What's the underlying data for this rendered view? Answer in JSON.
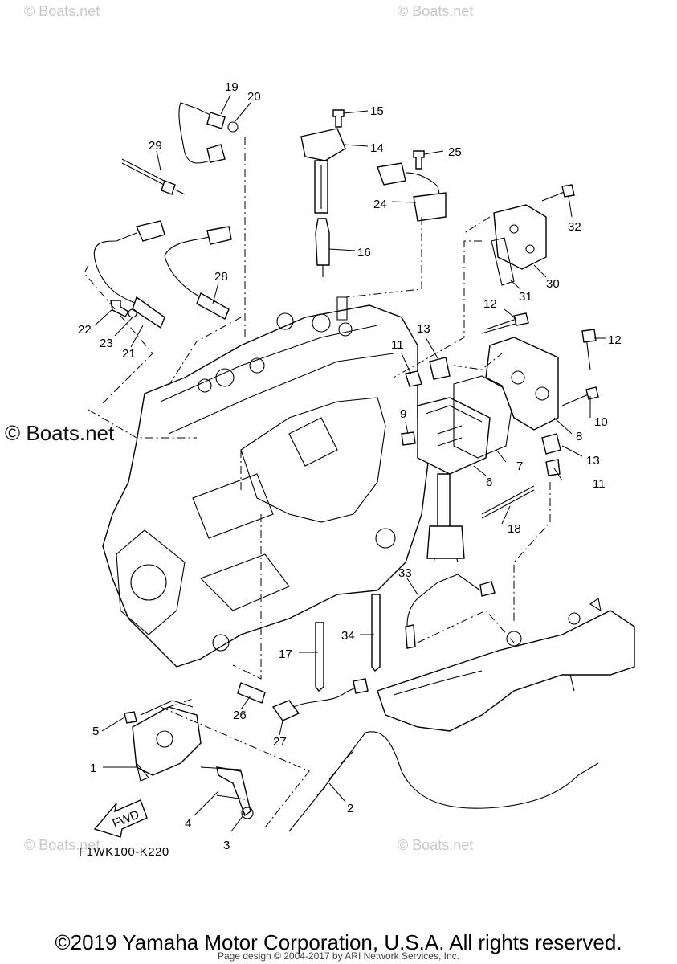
{
  "watermarks": {
    "top_left": "© Boats.net",
    "top_right": "© Boats.net",
    "mid_left": "© Boats.net",
    "bottom_left": "© Boats.net",
    "bottom_right": "© Boats.net"
  },
  "callouts": [
    "1",
    "2",
    "3",
    "4",
    "5",
    "6",
    "7",
    "8",
    "9",
    "10",
    "11",
    "11",
    "12",
    "12",
    "13",
    "13",
    "14",
    "15",
    "16",
    "17",
    "18",
    "19",
    "20",
    "21",
    "22",
    "23",
    "24",
    "25",
    "26",
    "27",
    "28",
    "29",
    "30",
    "31",
    "32",
    "33",
    "34"
  ],
  "direction_label": "FWD",
  "diagram_code": "F1WK100-K220",
  "footer": {
    "copyright": "©2019 Yamaha Motor Corporation, U.S.A. All rights reserved.",
    "page_design": "Page design © 2004-2017 by ARI Network Services, Inc."
  }
}
